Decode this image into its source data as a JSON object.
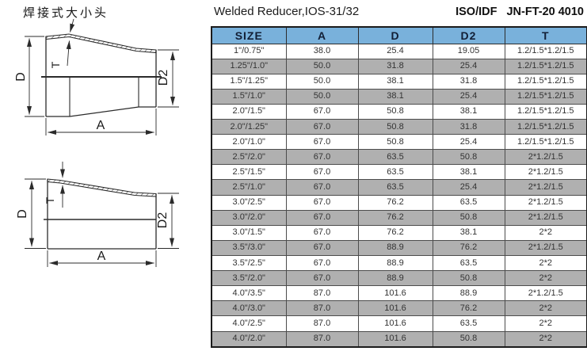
{
  "page": {
    "drawing_label_cn": "焊接式大小头",
    "title": "Welded Reducer,IOS-31/32",
    "standard_org": "ISO/IDF",
    "standard_code": "JN-FT-20 4010"
  },
  "diagram": {
    "dim_d": "D",
    "dim_d2": "D2",
    "dim_a": "A",
    "dim_t": "T"
  },
  "table": {
    "headers": [
      "SIZE",
      "A",
      "D",
      "D2",
      "T"
    ],
    "rows": [
      [
        "1\"/0.75\"",
        "38.0",
        "25.4",
        "19.05",
        "1.2/1.5*1.2/1.5"
      ],
      [
        "1.25\"/1.0\"",
        "50.0",
        "31.8",
        "25.4",
        "1.2/1.5*1.2/1.5"
      ],
      [
        "1.5\"/1.25\"",
        "50.0",
        "38.1",
        "31.8",
        "1.2/1.5*1.2/1.5"
      ],
      [
        "1.5\"/1.0\"",
        "50.0",
        "38.1",
        "25.4",
        "1.2/1.5*1.2/1.5"
      ],
      [
        "2.0\"/1.5\"",
        "67.0",
        "50.8",
        "38.1",
        "1.2/1.5*1.2/1.5"
      ],
      [
        "2.0\"/1.25\"",
        "67.0",
        "50.8",
        "31.8",
        "1.2/1.5*1.2/1.5"
      ],
      [
        "2.0\"/1.0\"",
        "67.0",
        "50.8",
        "25.4",
        "1.2/1.5*1.2/1.5"
      ],
      [
        "2.5\"/2.0\"",
        "67.0",
        "63.5",
        "50.8",
        "2*1.2/1.5"
      ],
      [
        "2.5\"/1.5\"",
        "67.0",
        "63.5",
        "38.1",
        "2*1.2/1.5"
      ],
      [
        "2.5\"/1.0\"",
        "67.0",
        "63.5",
        "25.4",
        "2*1.2/1.5"
      ],
      [
        "3.0\"/2.5\"",
        "67.0",
        "76.2",
        "63.5",
        "2*1.2/1.5"
      ],
      [
        "3.0\"/2.0\"",
        "67.0",
        "76.2",
        "50.8",
        "2*1.2/1.5"
      ],
      [
        "3.0\"/1.5\"",
        "67.0",
        "76.2",
        "38.1",
        "2*2"
      ],
      [
        "3.5\"/3.0\"",
        "67.0",
        "88.9",
        "76.2",
        "2*1.2/1.5"
      ],
      [
        "3.5\"/2.5\"",
        "67.0",
        "88.9",
        "63.5",
        "2*2"
      ],
      [
        "3.5\"/2.0\"",
        "67.0",
        "88.9",
        "50.8",
        "2*2"
      ],
      [
        "4.0\"/3.5\"",
        "87.0",
        "101.6",
        "88.9",
        "2*1.2/1.5"
      ],
      [
        "4.0\"/3.0\"",
        "87.0",
        "101.6",
        "76.2",
        "2*2"
      ],
      [
        "4.0\"/2.5\"",
        "87.0",
        "101.6",
        "63.5",
        "2*2"
      ],
      [
        "4.0\"/2.0\"",
        "87.0",
        "101.6",
        "50.8",
        "2*2"
      ]
    ]
  },
  "colors": {
    "header_bg": "#79b1db",
    "header_text": "#121f36",
    "row_alt_bg": "#b0b0b0",
    "row_bg": "#ffffff",
    "grid": "#4c4c4c",
    "cell_text": "#333333",
    "line": "#2b2b2b"
  }
}
